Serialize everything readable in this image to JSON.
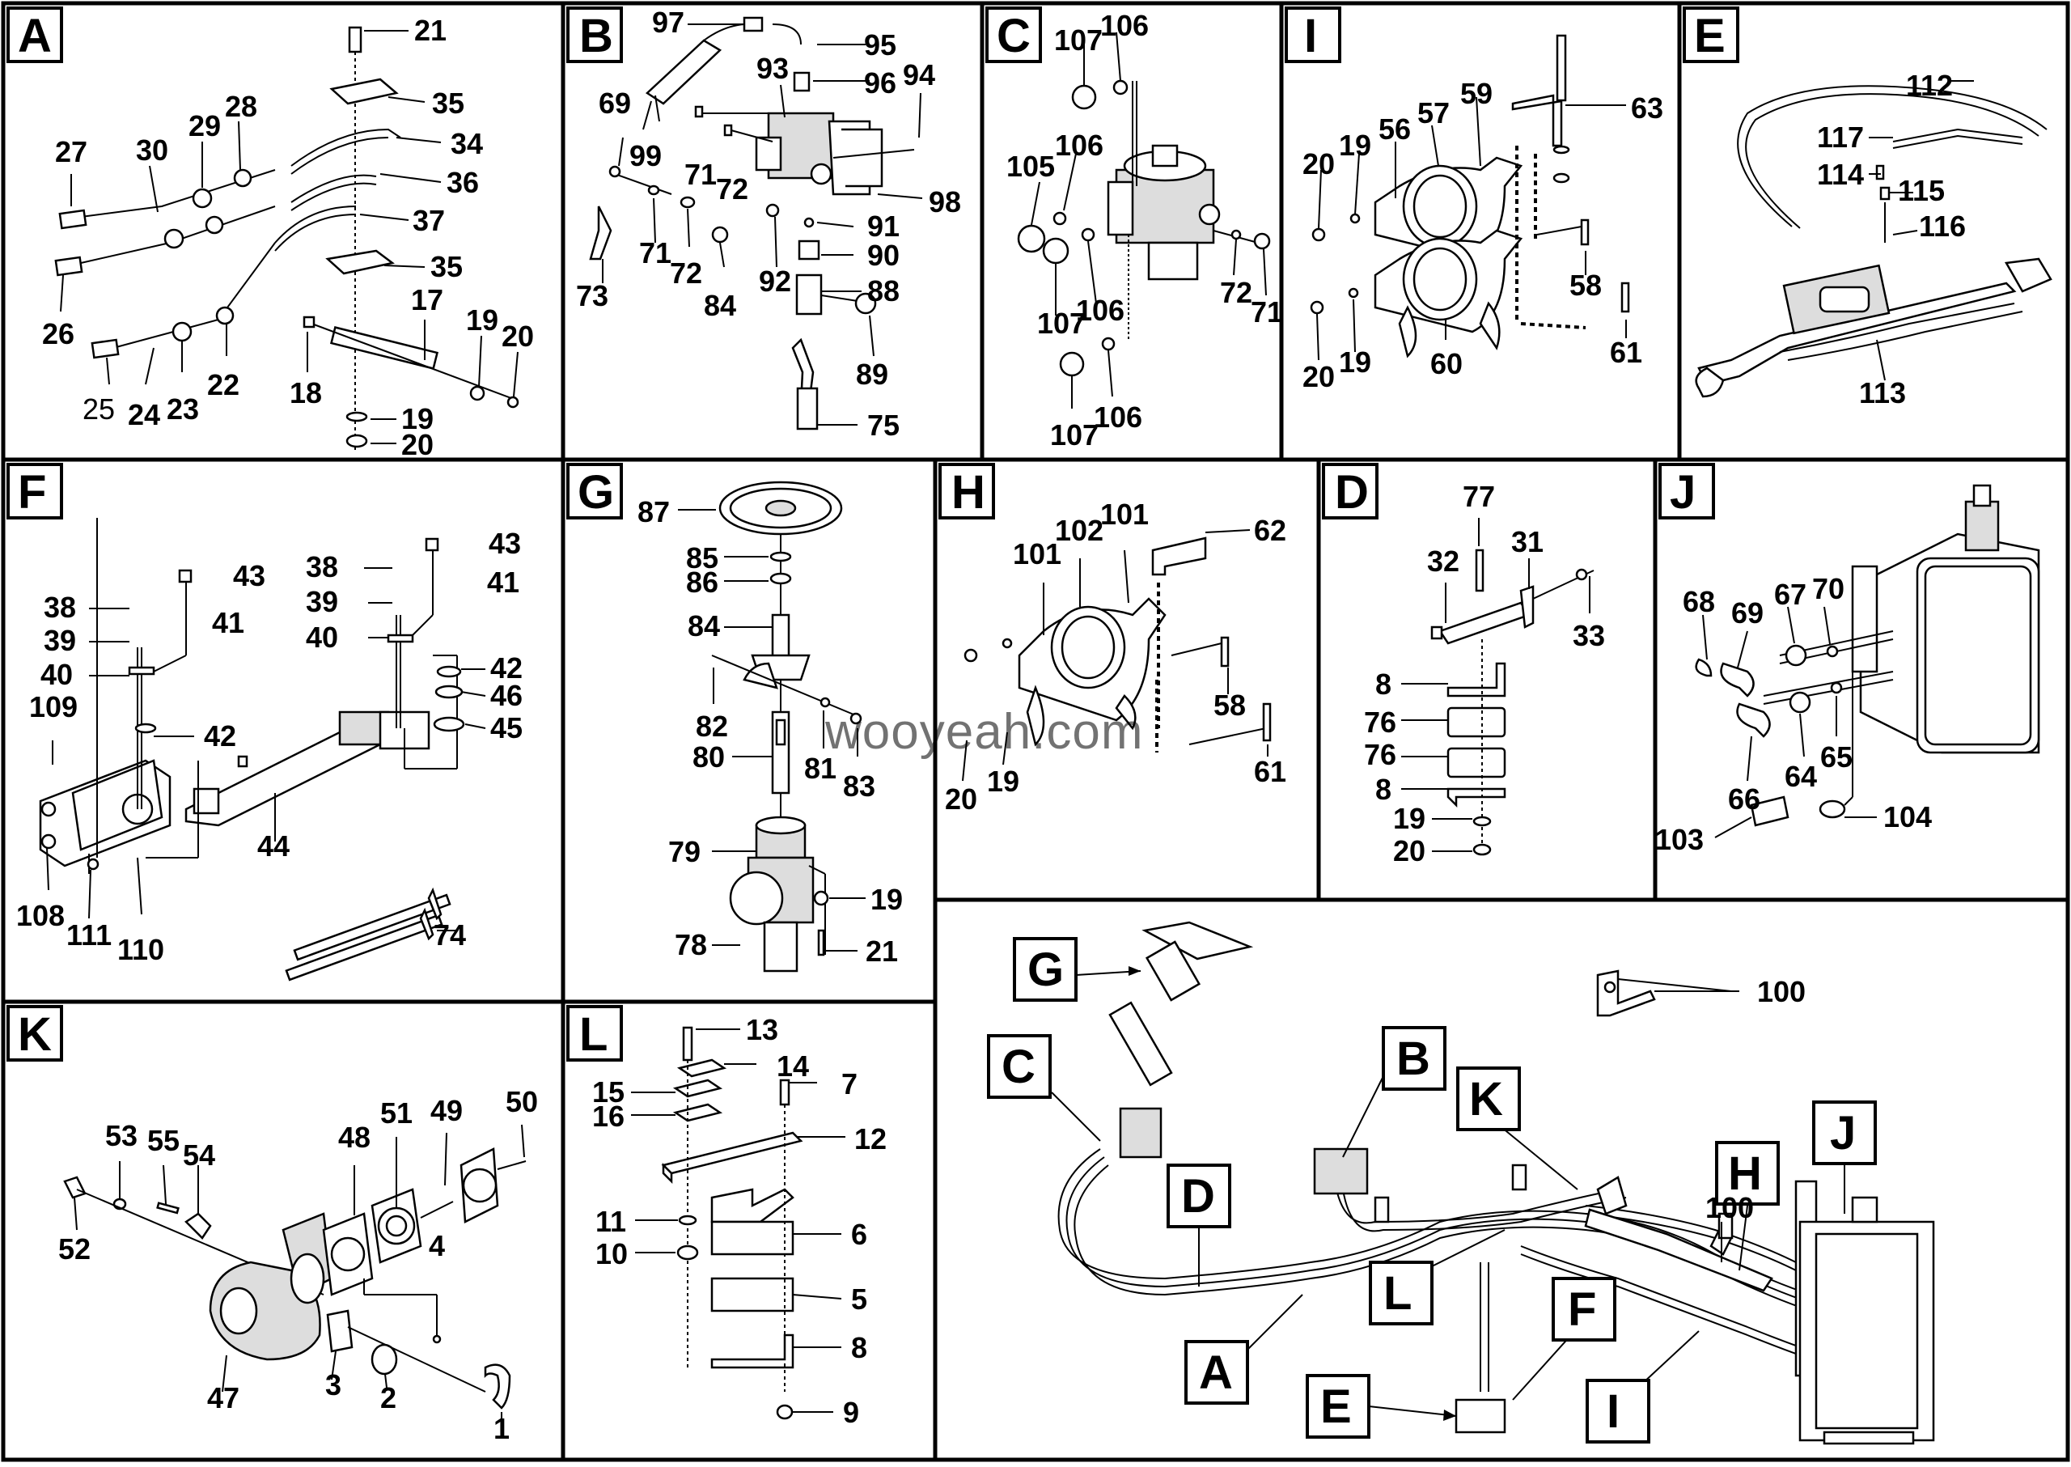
{
  "watermark": "wooyeah.com",
  "panels": {
    "A": {
      "letter": "A",
      "callouts": [
        "21",
        "35",
        "34",
        "36",
        "37",
        "35",
        "27",
        "30",
        "29",
        "28",
        "26",
        "25",
        "24",
        "23",
        "22",
        "18",
        "17",
        "19",
        "20",
        "19",
        "20"
      ]
    },
    "B": {
      "letter": "B",
      "callouts": [
        "97",
        "95",
        "96",
        "94",
        "93",
        "69",
        "99",
        "71",
        "72",
        "98",
        "73",
        "71",
        "72",
        "84",
        "92",
        "91",
        "90",
        "88",
        "89",
        "75"
      ]
    },
    "C": {
      "letter": "C",
      "callouts": [
        "107",
        "106",
        "105",
        "106",
        "107",
        "106",
        "72",
        "71",
        "107",
        "106"
      ]
    },
    "I": {
      "letter": "I",
      "callouts": [
        "63",
        "59",
        "57",
        "56",
        "19",
        "20",
        "58",
        "20",
        "19",
        "60",
        "61"
      ]
    },
    "E": {
      "letter": "E",
      "callouts": [
        "112",
        "117",
        "114",
        "115",
        "116",
        "113"
      ]
    },
    "F": {
      "letter": "F",
      "callouts": [
        "43",
        "41",
        "38",
        "39",
        "40",
        "109",
        "42",
        "44",
        "38",
        "39",
        "40",
        "43",
        "41",
        "42",
        "46",
        "45",
        "108",
        "111",
        "110",
        "74"
      ]
    },
    "G": {
      "letter": "G",
      "callouts": [
        "87",
        "85",
        "86",
        "84",
        "82",
        "81",
        "83",
        "80",
        "79",
        "19",
        "78",
        "21"
      ]
    },
    "H": {
      "letter": "H",
      "callouts": [
        "101",
        "102",
        "101",
        "62",
        "58",
        "20",
        "19",
        "61"
      ]
    },
    "D": {
      "letter": "D",
      "callouts": [
        "77",
        "32",
        "31",
        "33",
        "8",
        "76",
        "76",
        "8",
        "19",
        "20"
      ]
    },
    "J": {
      "letter": "J",
      "callouts": [
        "68",
        "69",
        "67",
        "70",
        "66",
        "64",
        "65",
        "103",
        "104"
      ]
    },
    "K": {
      "letter": "K",
      "callouts": [
        "53",
        "55",
        "54",
        "52",
        "48",
        "51",
        "49",
        "50",
        "4",
        "47",
        "3",
        "2",
        "1"
      ]
    },
    "L": {
      "letter": "L",
      "callouts": [
        "13",
        "14",
        "15",
        "16",
        "7",
        "12",
        "11",
        "10",
        "6",
        "5",
        "8",
        "9"
      ]
    },
    "overview": {
      "labels": [
        "G",
        "C",
        "B",
        "K",
        "D",
        "L",
        "F",
        "A",
        "E",
        "I",
        "H",
        "J"
      ],
      "callouts": [
        "100",
        "100"
      ]
    }
  }
}
